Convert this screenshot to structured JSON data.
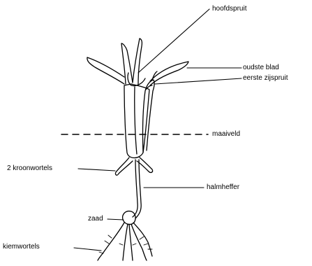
{
  "labels": {
    "main_shoot": "hoofdspruit",
    "oldest_leaf": "oudste blad",
    "first_tiller": "eerste zijspruit",
    "ground_level": "maaiveld",
    "crown_roots": "2 kroonwortels",
    "culm_lifter": "halmheffer",
    "seed": "zaad",
    "seminal_roots": "kiemwortels"
  },
  "colors": {
    "ink": "#000000",
    "background": "#ffffff"
  }
}
